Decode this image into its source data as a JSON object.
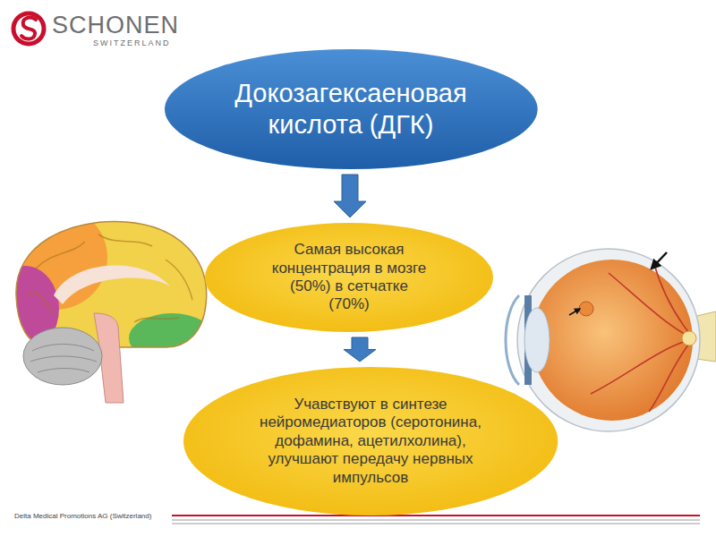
{
  "diagram": {
    "nodes": [
      {
        "text": [
          "Докозагексаеновая кислота (ДГК)"
        ]
      },
      {
        "text": [
          "Самая высокая концентрация в мозге (50%) в сетчатке (70%)"
        ]
      },
      {
        "text": [
          "Учавствуют в синтезе нейромедиаторов (серотонина, дофамина, ацетилхолина), улучшают передачу нервных импульсов"
        ]
      }
    ],
    "edges": [
      {
        "from": 0,
        "to": 1,
        "arrow": "to"
      },
      {
        "from": 1,
        "to": 2,
        "arrow": "to"
      }
    ],
    "labels": [
      "SCHONEN",
      "SWITZERLAND",
      "Delta Medical Promotions AG (Switzerland)"
    ]
  }
}
